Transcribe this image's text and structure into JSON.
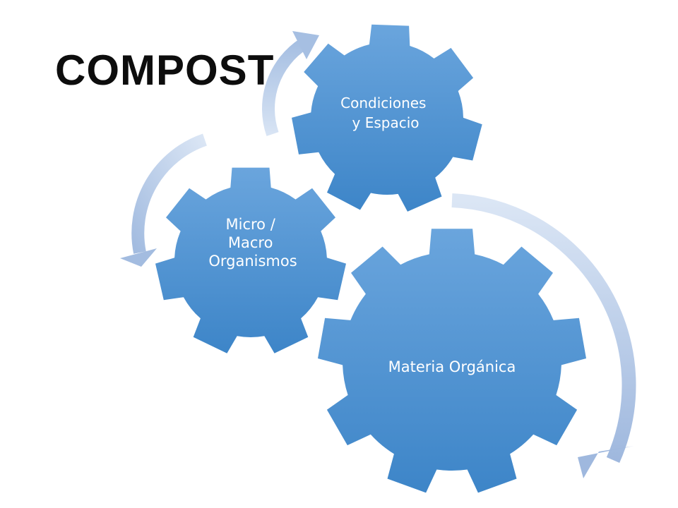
{
  "title": "COMPOST",
  "gears": [
    {
      "label_lines": [
        "Materia Orgánica"
      ]
    },
    {
      "label_lines": [
        "Micro /",
        "Macro",
        "Organismos"
      ]
    },
    {
      "label_lines": [
        "Condiciones",
        "y Espacio"
      ]
    }
  ],
  "colors": {
    "gear_top": "#6aa5dd",
    "gear_bottom": "#3d85c8",
    "arrow_light": "#dbe6f5",
    "arrow_dark": "#9fb8de",
    "title": "#0d0d0d"
  }
}
